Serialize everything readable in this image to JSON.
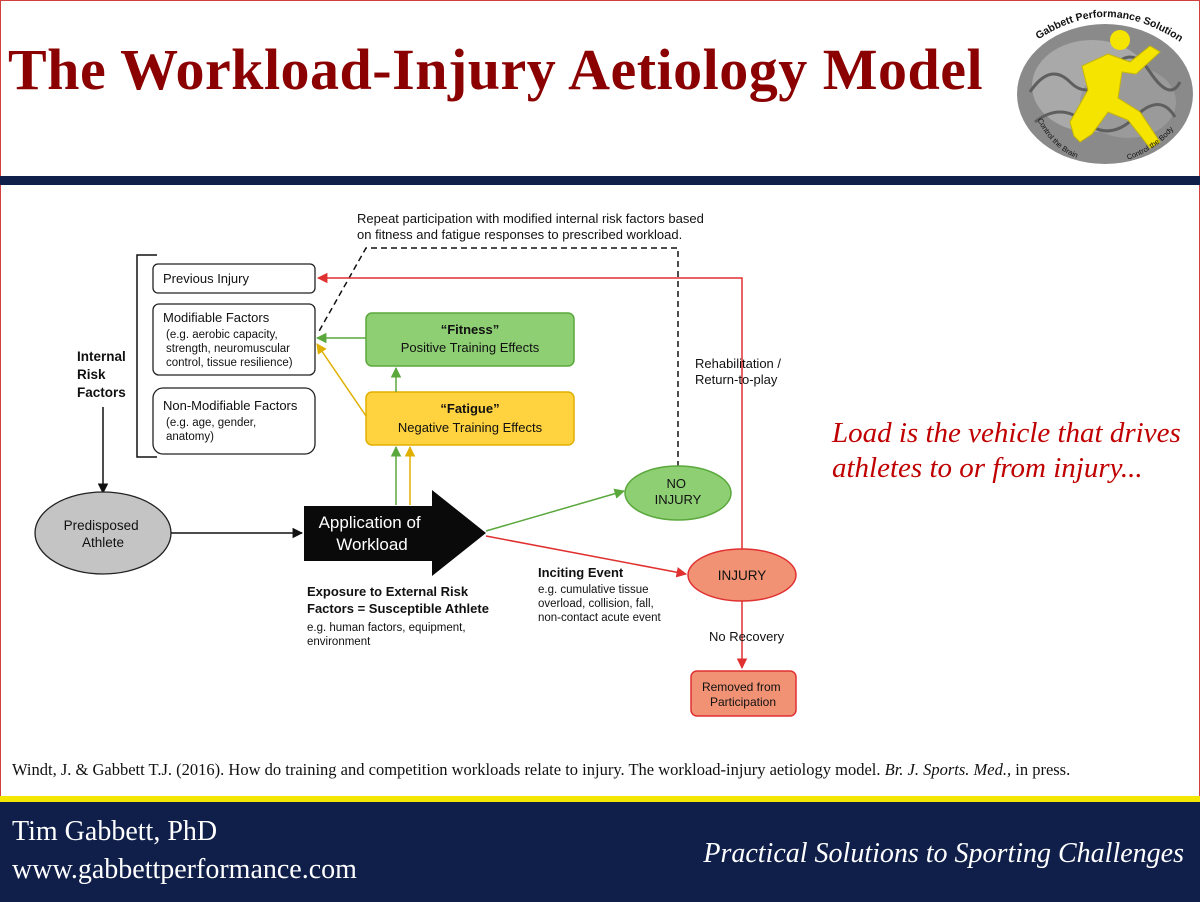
{
  "header": {
    "title": "The Workload-Injury Aetiology Model",
    "logo": {
      "name": "Gabbett Performance Solutions",
      "left_text": "Control the Brain",
      "right_text": "Control the Body"
    }
  },
  "diagram": {
    "repeat_note": [
      "Repeat participation with modified internal risk factors based",
      "on fitness and fatigue responses to prescribed workload."
    ],
    "internal_risk_label": [
      "Internal",
      "Risk",
      "Factors"
    ],
    "previous_injury": "Previous Injury",
    "modifiable": {
      "title": "Modifiable Factors",
      "lines": [
        "(e.g. aerobic capacity,",
        "strength, neuromuscular",
        "control, tissue resilience)"
      ]
    },
    "non_modifiable": {
      "title": "Non-Modifiable Factors",
      "lines": [
        "(e.g. age, gender,",
        "anatomy)"
      ]
    },
    "fitness": {
      "title": "“Fitness”",
      "subtitle": "Positive Training Effects"
    },
    "fatigue": {
      "title": "“Fatigue”",
      "subtitle": "Negative Training Effects"
    },
    "predisposed": [
      "Predisposed",
      "Athlete"
    ],
    "workload": [
      "Application of",
      "Workload"
    ],
    "exposure": {
      "title": [
        "Exposure to External Risk",
        "Factors = Susceptible Athlete"
      ],
      "lines": [
        "e.g. human factors, equipment,",
        "environment"
      ]
    },
    "inciting": {
      "title": "Inciting Event",
      "lines": [
        "e.g. cumulative tissue",
        "overload, collision, fall,",
        "non-contact acute event"
      ]
    },
    "no_injury": [
      "NO",
      "INJURY"
    ],
    "injury": "INJURY",
    "rehab": [
      "Rehabilitation /",
      "Return-to-play"
    ],
    "no_recovery": "No Recovery",
    "removed": [
      "Removed from",
      "Participation"
    ]
  },
  "tagline": "Load is the vehicle that drives athletes to or from injury...",
  "citation": {
    "main": "Windt, J. & Gabbett T.J. (2016). How do training and competition workloads relate to injury. The workload-injury aetiology model. ",
    "journal": "Br. J. Sports. Med.,",
    "tail": " in press."
  },
  "footer": {
    "name": "Tim Gabbett, PhD",
    "url": "www.gabbettperformance.com",
    "motto": "Practical Solutions to Sporting Challenges"
  },
  "colors": {
    "title": "#8b0000",
    "navy": "#0f1f4a",
    "yellow_band": "#f3e600",
    "green_fill": "#8ecf74",
    "green_line": "#5aa83c",
    "yellow_fill": "#ffd23f",
    "yellow_line": "#e0b000",
    "red_line": "#e03030",
    "red_fill": "#f19274",
    "grey_fill": "#c4c4c4",
    "tagline": "#c00000"
  }
}
